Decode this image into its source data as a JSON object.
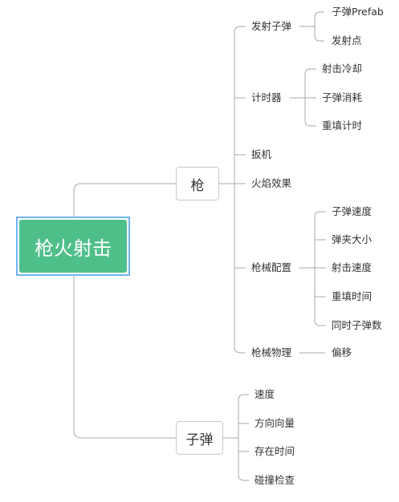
{
  "root": {
    "label": "枪火射击"
  },
  "gun": {
    "label": "枪",
    "children": [
      "发射子弹",
      "计时器",
      "扳机",
      "火焰效果",
      "枪械配置",
      "枪械物理"
    ],
    "fire_bullet": [
      "子弹Prefab",
      "发射点"
    ],
    "timer": [
      "射击冷却",
      "子弹消耗",
      "重填计时"
    ],
    "gun_config": [
      "子弹速度",
      "弹夹大小",
      "射击速度",
      "重填时间",
      "同时子弹数"
    ],
    "gun_physics": [
      "偏移"
    ]
  },
  "bullet": {
    "label": "子弹",
    "children": [
      "速度",
      "方向向量",
      "存在时间",
      "碰撞检查"
    ]
  },
  "colors": {
    "root_fill": "#4fbf8a",
    "root_border": "#6fb4f2",
    "line": "#a8a8a8"
  }
}
